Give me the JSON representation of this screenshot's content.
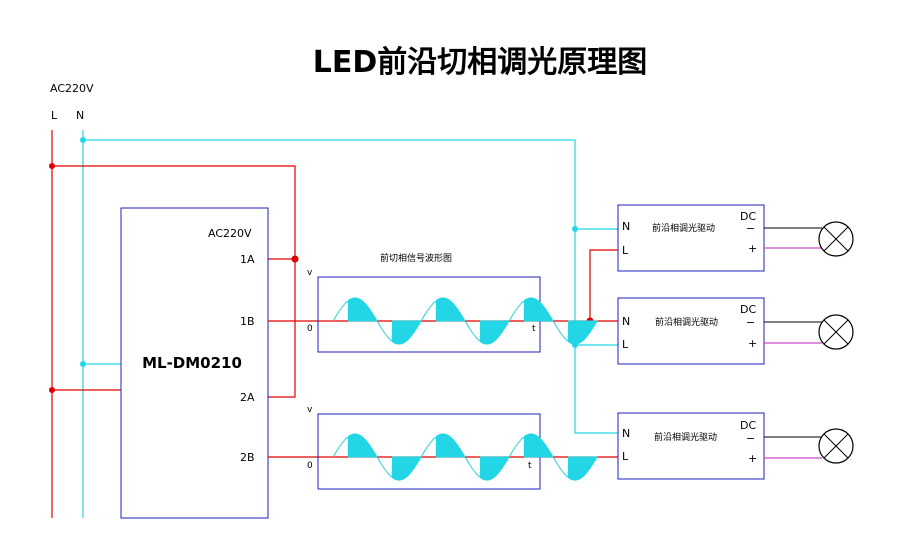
{
  "title": "LED前沿切相调光原理图",
  "supply": {
    "voltage": "AC220V",
    "line_label": "L",
    "neutral_label": "N"
  },
  "controller": {
    "supply": "AC220V",
    "model": "ML-DM0210",
    "terminals": [
      "1A",
      "1B",
      "2A",
      "2B"
    ]
  },
  "waveform": {
    "caption": "前切相信号波形图",
    "v_axis": "v",
    "origin": "0",
    "t_axis": "t"
  },
  "drivers": [
    {
      "name": "前沿相调光驱动",
      "n": "N",
      "l": "L",
      "dc": "DC",
      "minus": "−",
      "plus": "+"
    },
    {
      "name": "前沿相调光驱动",
      "n": "N",
      "l": "L",
      "dc": "DC",
      "minus": "−",
      "plus": "+"
    },
    {
      "name": "前沿相调光驱动",
      "n": "N",
      "l": "L",
      "dc": "DC",
      "minus": "−",
      "plus": "+"
    }
  ],
  "colors": {
    "line": "#e00000",
    "neutral": "#22d6e6",
    "box": "#1f1fbf",
    "dc_positive": "#c84ec8",
    "dc_negative": "#000000"
  }
}
